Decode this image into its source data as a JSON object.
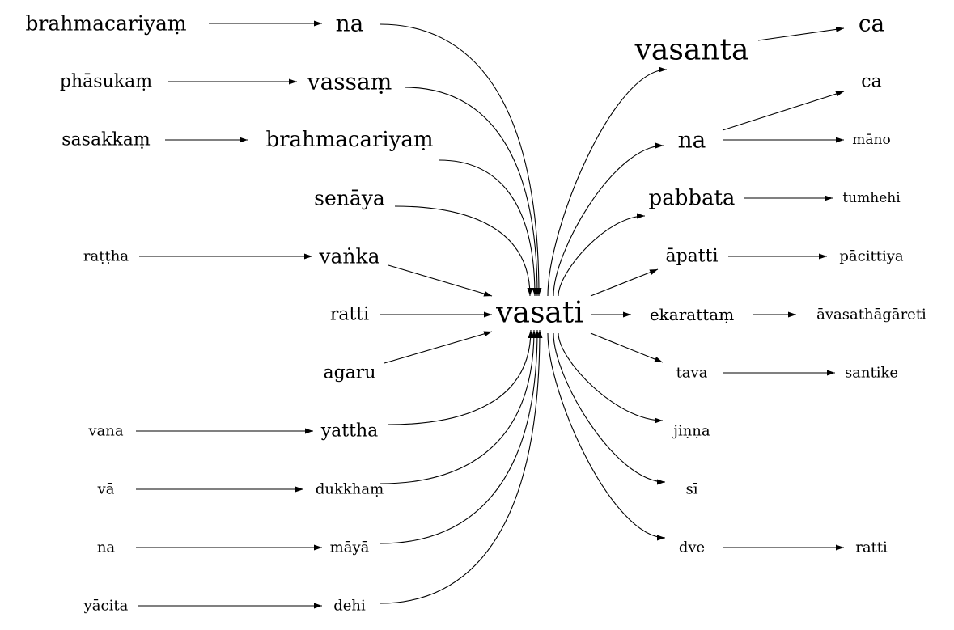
{
  "graph": {
    "center": "vasati",
    "nodes": {
      "l1": "brahmacariyaṃ",
      "l2": "phāsukaṃ",
      "l3": "sasakkaṃ",
      "l5": "raṭṭha",
      "l8": "vana",
      "l9": "vā",
      "l10": "na",
      "l11": "yācita",
      "m1": "na",
      "m2": "vassaṃ",
      "m3": "brahmacariyaṃ",
      "m4": "senāya",
      "m5": "vaṅka",
      "m6": "ratti",
      "m7": "agaru",
      "m8": "yattha",
      "m9": "dukkhaṃ",
      "m10": "māyā",
      "m11": "dehi",
      "c": "vasati",
      "r0": "vasanta",
      "r1": "na",
      "r2": "pabbata",
      "r3": "āpatti",
      "r4": "ekarattaṃ",
      "r5": "tava",
      "r6": "jiṇṇa",
      "r7": "sī",
      "r8": "dve",
      "f0": "ca",
      "f1a": "ca",
      "f1b": "māno",
      "f2": "tumhehi",
      "f3": "pācittiya",
      "f4": "āvasathāgāreti",
      "f5": "santike",
      "f8": "ratti"
    },
    "edges": [
      [
        "l1",
        "m1"
      ],
      [
        "l2",
        "m2"
      ],
      [
        "l3",
        "m3"
      ],
      [
        "l5",
        "m5"
      ],
      [
        "l8",
        "m8"
      ],
      [
        "l9",
        "m9"
      ],
      [
        "l10",
        "m10"
      ],
      [
        "l11",
        "m11"
      ],
      [
        "m1",
        "c"
      ],
      [
        "m2",
        "c"
      ],
      [
        "m3",
        "c"
      ],
      [
        "m4",
        "c"
      ],
      [
        "m5",
        "c"
      ],
      [
        "m6",
        "c"
      ],
      [
        "m7",
        "c"
      ],
      [
        "m8",
        "c"
      ],
      [
        "m9",
        "c"
      ],
      [
        "m10",
        "c"
      ],
      [
        "m11",
        "c"
      ],
      [
        "c",
        "r0"
      ],
      [
        "c",
        "r1"
      ],
      [
        "c",
        "r2"
      ],
      [
        "c",
        "r3"
      ],
      [
        "c",
        "r4"
      ],
      [
        "c",
        "r5"
      ],
      [
        "c",
        "r6"
      ],
      [
        "c",
        "r7"
      ],
      [
        "c",
        "r8"
      ],
      [
        "r0",
        "f0"
      ],
      [
        "r1",
        "f1a"
      ],
      [
        "r1",
        "f1b"
      ],
      [
        "r2",
        "f2"
      ],
      [
        "r3",
        "f3"
      ],
      [
        "r4",
        "f4"
      ],
      [
        "r5",
        "f5"
      ],
      [
        "r8",
        "f8"
      ]
    ]
  }
}
